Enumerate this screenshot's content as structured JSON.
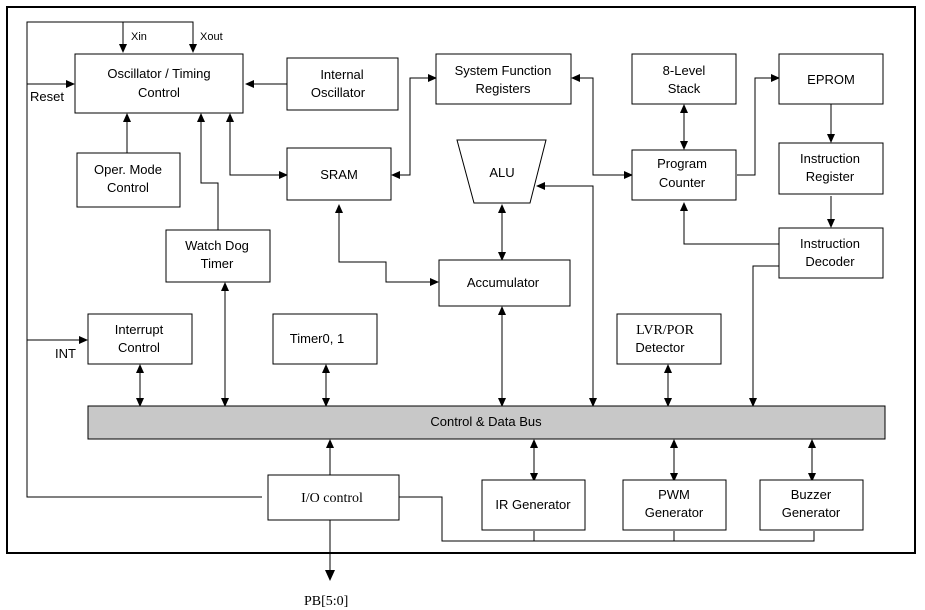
{
  "diagram": {
    "blocks": {
      "osc_timing": [
        "Oscillator / Timing",
        "Control"
      ],
      "int_osc": [
        "Internal",
        "Oscillator"
      ],
      "sys_func": [
        "System Function",
        "Registers"
      ],
      "stack": [
        "8-Level",
        "Stack"
      ],
      "eprom": [
        "EPROM"
      ],
      "oper_mode": [
        "Oper. Mode",
        "Control"
      ],
      "sram": [
        "SRAM"
      ],
      "alu": [
        "ALU"
      ],
      "prog_counter": [
        "Program",
        "Counter"
      ],
      "instr_reg": [
        "Instruction",
        "Register"
      ],
      "watchdog": [
        "Watch Dog",
        "Timer"
      ],
      "accumulator": [
        "Accumulator"
      ],
      "instr_dec": [
        "Instruction",
        "Decoder"
      ],
      "interrupt": [
        "Interrupt",
        "Control"
      ],
      "timer01": [
        "Timer0, 1"
      ],
      "lvr_por": [
        "LVR/POR",
        "Detector"
      ],
      "bus": [
        "Control  & Data Bus"
      ],
      "io_control": [
        "I/O control"
      ],
      "ir_gen": [
        "IR Generator"
      ],
      "pwm_gen": [
        "PWM",
        "Generator"
      ],
      "buzzer_gen": [
        "Buzzer",
        "Generator"
      ]
    },
    "signals": {
      "xin": "Xin",
      "xout": "Xout",
      "reset": "Reset",
      "int": "INT",
      "pb": "PB[5:0]"
    },
    "colors": {
      "bus_fill": "#c8c8c8",
      "line": "#000000"
    }
  }
}
